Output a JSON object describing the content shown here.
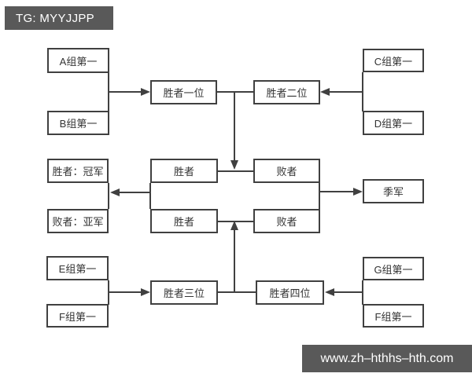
{
  "watermarks": {
    "top": "TG: MYYJJPP",
    "bottom": "www.zh–hthhs–hth.com"
  },
  "colors": {
    "line": "#404040",
    "text": "#333333",
    "boxbg": "#ffffff",
    "bannerbg": "#595959",
    "bannertext": "#ffffff",
    "pagebg": "#ffffff"
  },
  "bracket": {
    "groups": {
      "a": "A组第一",
      "b": "B组第一",
      "c": "C组第一",
      "d": "D组第一",
      "e": "E组第一",
      "f_left": "F组第一",
      "g": "G组第一",
      "f_right": "F组第一"
    },
    "round1": {
      "winner1": "胜者一位",
      "winner2": "胜者二位",
      "winner3": "胜者三位",
      "winner4": "胜者四位"
    },
    "final": {
      "winner_top": "胜者",
      "loser_top": "败者",
      "winner_bottom": "胜者",
      "loser_bottom": "败者"
    },
    "results": {
      "champion": "胜者：冠军",
      "runner_up": "败者：亚军",
      "third_place": "季军"
    }
  }
}
